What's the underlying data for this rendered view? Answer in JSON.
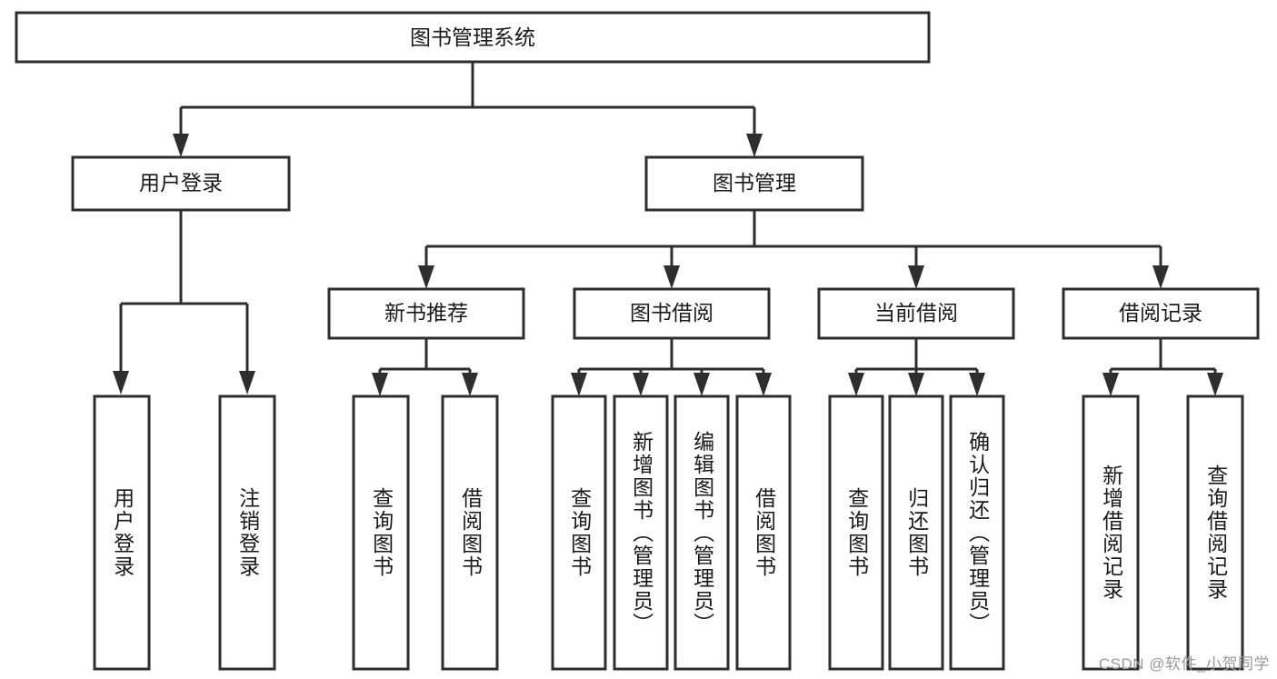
{
  "diagram": {
    "title": "图书管理系统",
    "type": "tree-hierarchy",
    "watermark": "CSDN @软件_小贺同学",
    "colors": {
      "stroke": "#2e2e2e",
      "fill": "#ffffff",
      "text": "#1a1a1a",
      "watermark": "#9a9a9a"
    },
    "levels": {
      "root": {
        "label": "图书管理系统"
      },
      "level2": [
        {
          "label": "用户登录"
        },
        {
          "label": "图书管理"
        }
      ],
      "level3": [
        {
          "label": "新书推荐"
        },
        {
          "label": "图书借阅"
        },
        {
          "label": "当前借阅"
        },
        {
          "label": "借阅记录"
        }
      ],
      "leaves": {
        "user_login": [
          {
            "label": "用户登录"
          },
          {
            "label": "注销登录"
          }
        ],
        "new_book_rec": [
          {
            "label": "查询图书"
          },
          {
            "label": "借阅图书"
          }
        ],
        "book_borrow": [
          {
            "label": "查询图书"
          },
          {
            "label": "新增图书（管理员）"
          },
          {
            "label": "编辑图书（管理员）"
          },
          {
            "label": "借阅图书"
          }
        ],
        "current_borrow": [
          {
            "label": "查询图书"
          },
          {
            "label": "归还图书"
          },
          {
            "label": "确认归还（管理员）"
          }
        ],
        "borrow_record": [
          {
            "label": "新增借阅记录"
          },
          {
            "label": "查询借阅记录"
          }
        ]
      }
    }
  }
}
